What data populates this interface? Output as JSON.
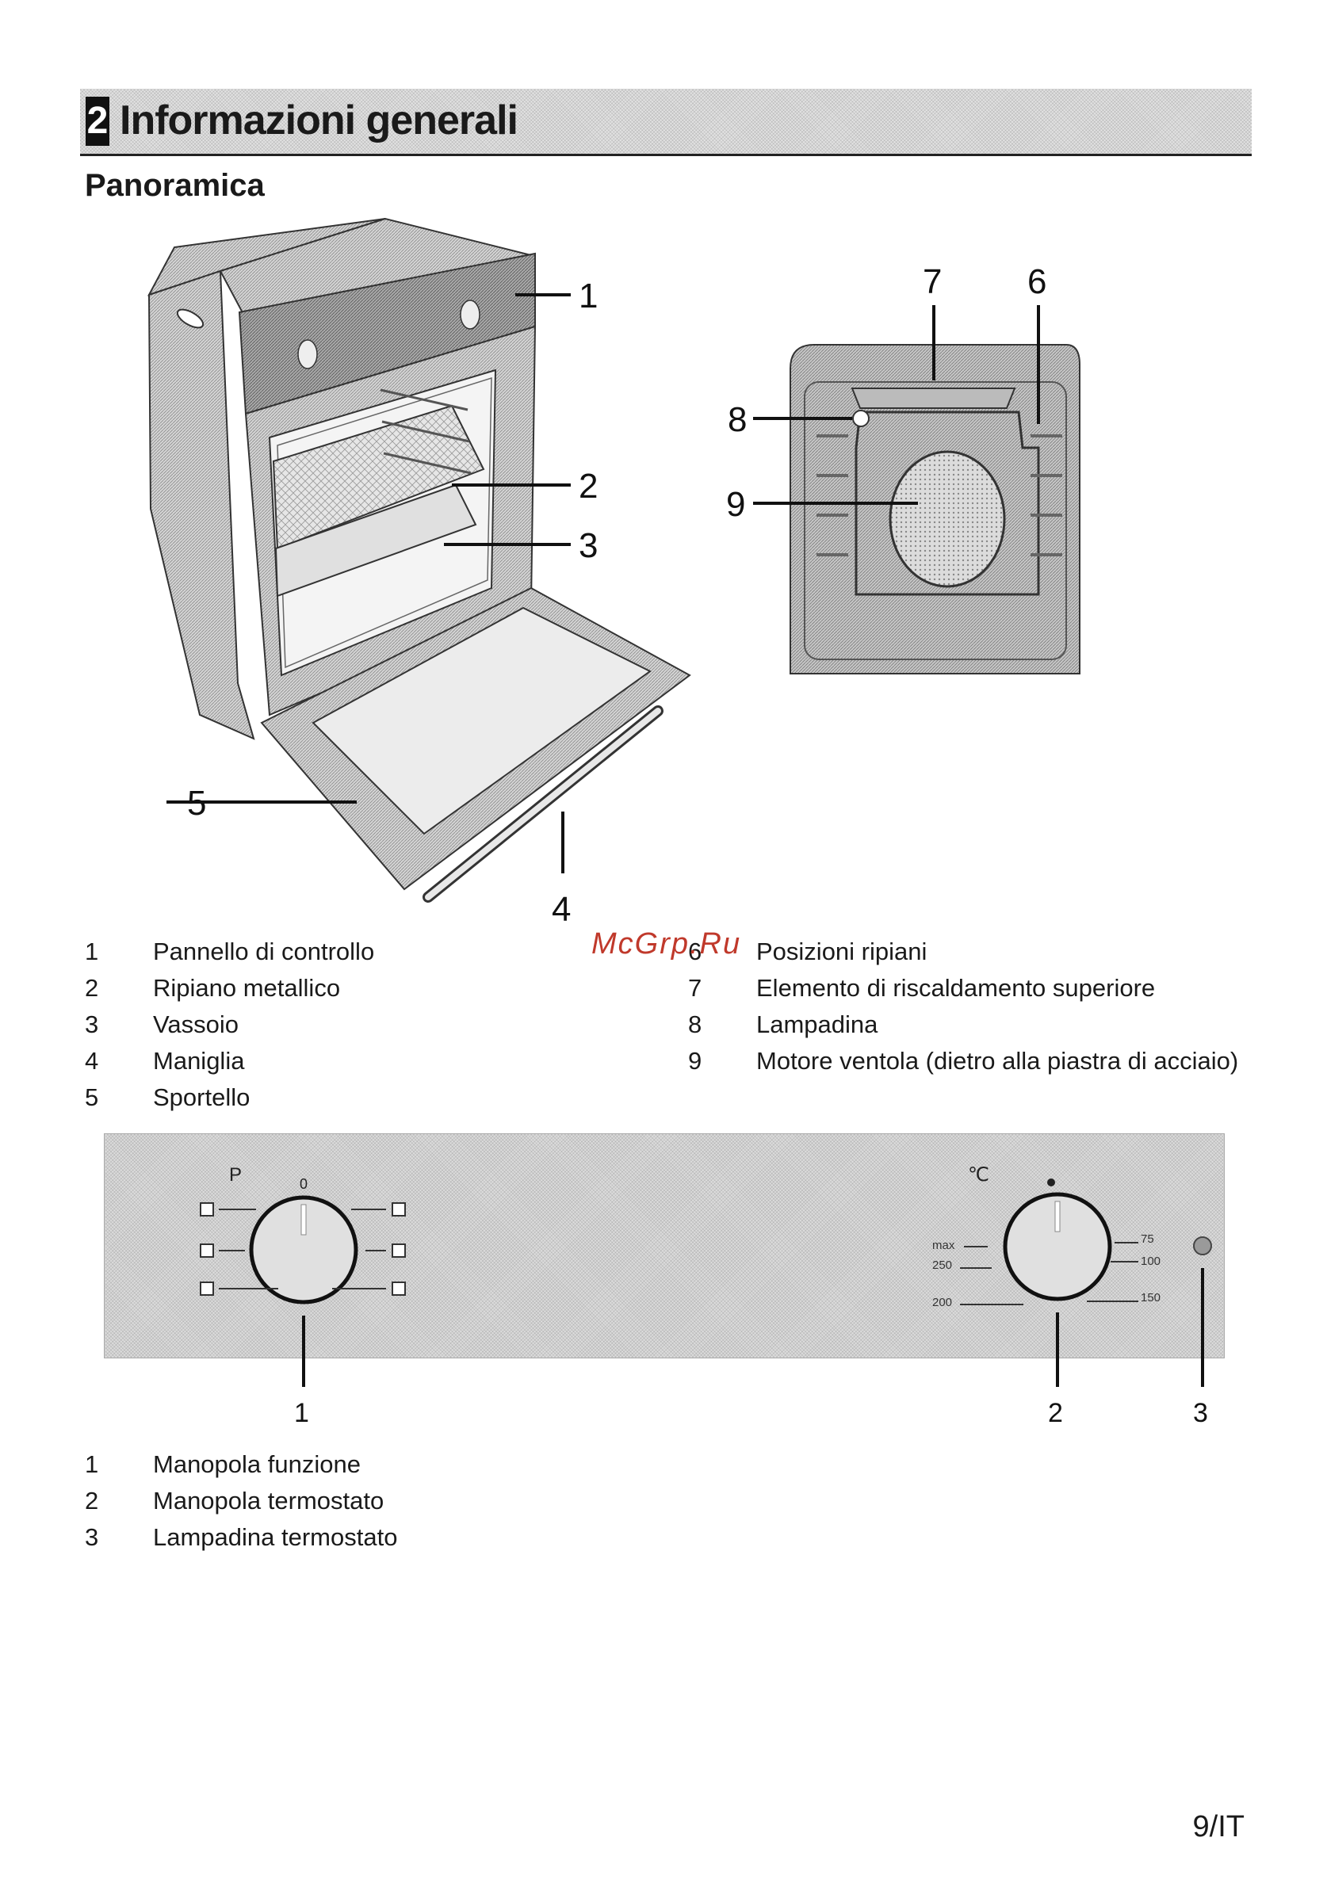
{
  "header": {
    "section_number": "2",
    "section_title": "Informazioni generali"
  },
  "subheading": "Panoramica",
  "oven_figure": {
    "callouts": [
      "1",
      "2",
      "3",
      "4",
      "5"
    ]
  },
  "cavity_figure": {
    "callouts": [
      "6",
      "7",
      "8",
      "9"
    ]
  },
  "legend_overview": [
    {
      "num": "1",
      "text": "Pannello di controllo"
    },
    {
      "num": "2",
      "text": "Ripiano metallico"
    },
    {
      "num": "3",
      "text": "Vassoio"
    },
    {
      "num": "4",
      "text": "Maniglia"
    },
    {
      "num": "5",
      "text": "Sportello"
    },
    {
      "num": "6",
      "text": "Posizioni ripiani"
    },
    {
      "num": "7",
      "text": "Elemento di riscaldamento superiore"
    },
    {
      "num": "8",
      "text": "Lampadina"
    },
    {
      "num": "9",
      "text": "Motore ventola (dietro alla piastra di acciaio)"
    }
  ],
  "watermark": "McGrp.Ru",
  "control_panel": {
    "program_label": "P",
    "zero_label": "0",
    "celsius_label": "℃",
    "temp_marks": [
      "max",
      "250",
      "200",
      "75",
      "100",
      "150"
    ],
    "callouts": [
      "1",
      "2",
      "3"
    ]
  },
  "legend_panel": [
    {
      "num": "1",
      "text": "Manopola funzione"
    },
    {
      "num": "2",
      "text": "Manopola termostato"
    },
    {
      "num": "3",
      "text": "Lampadina termostato"
    }
  ],
  "page_number": "9/IT"
}
